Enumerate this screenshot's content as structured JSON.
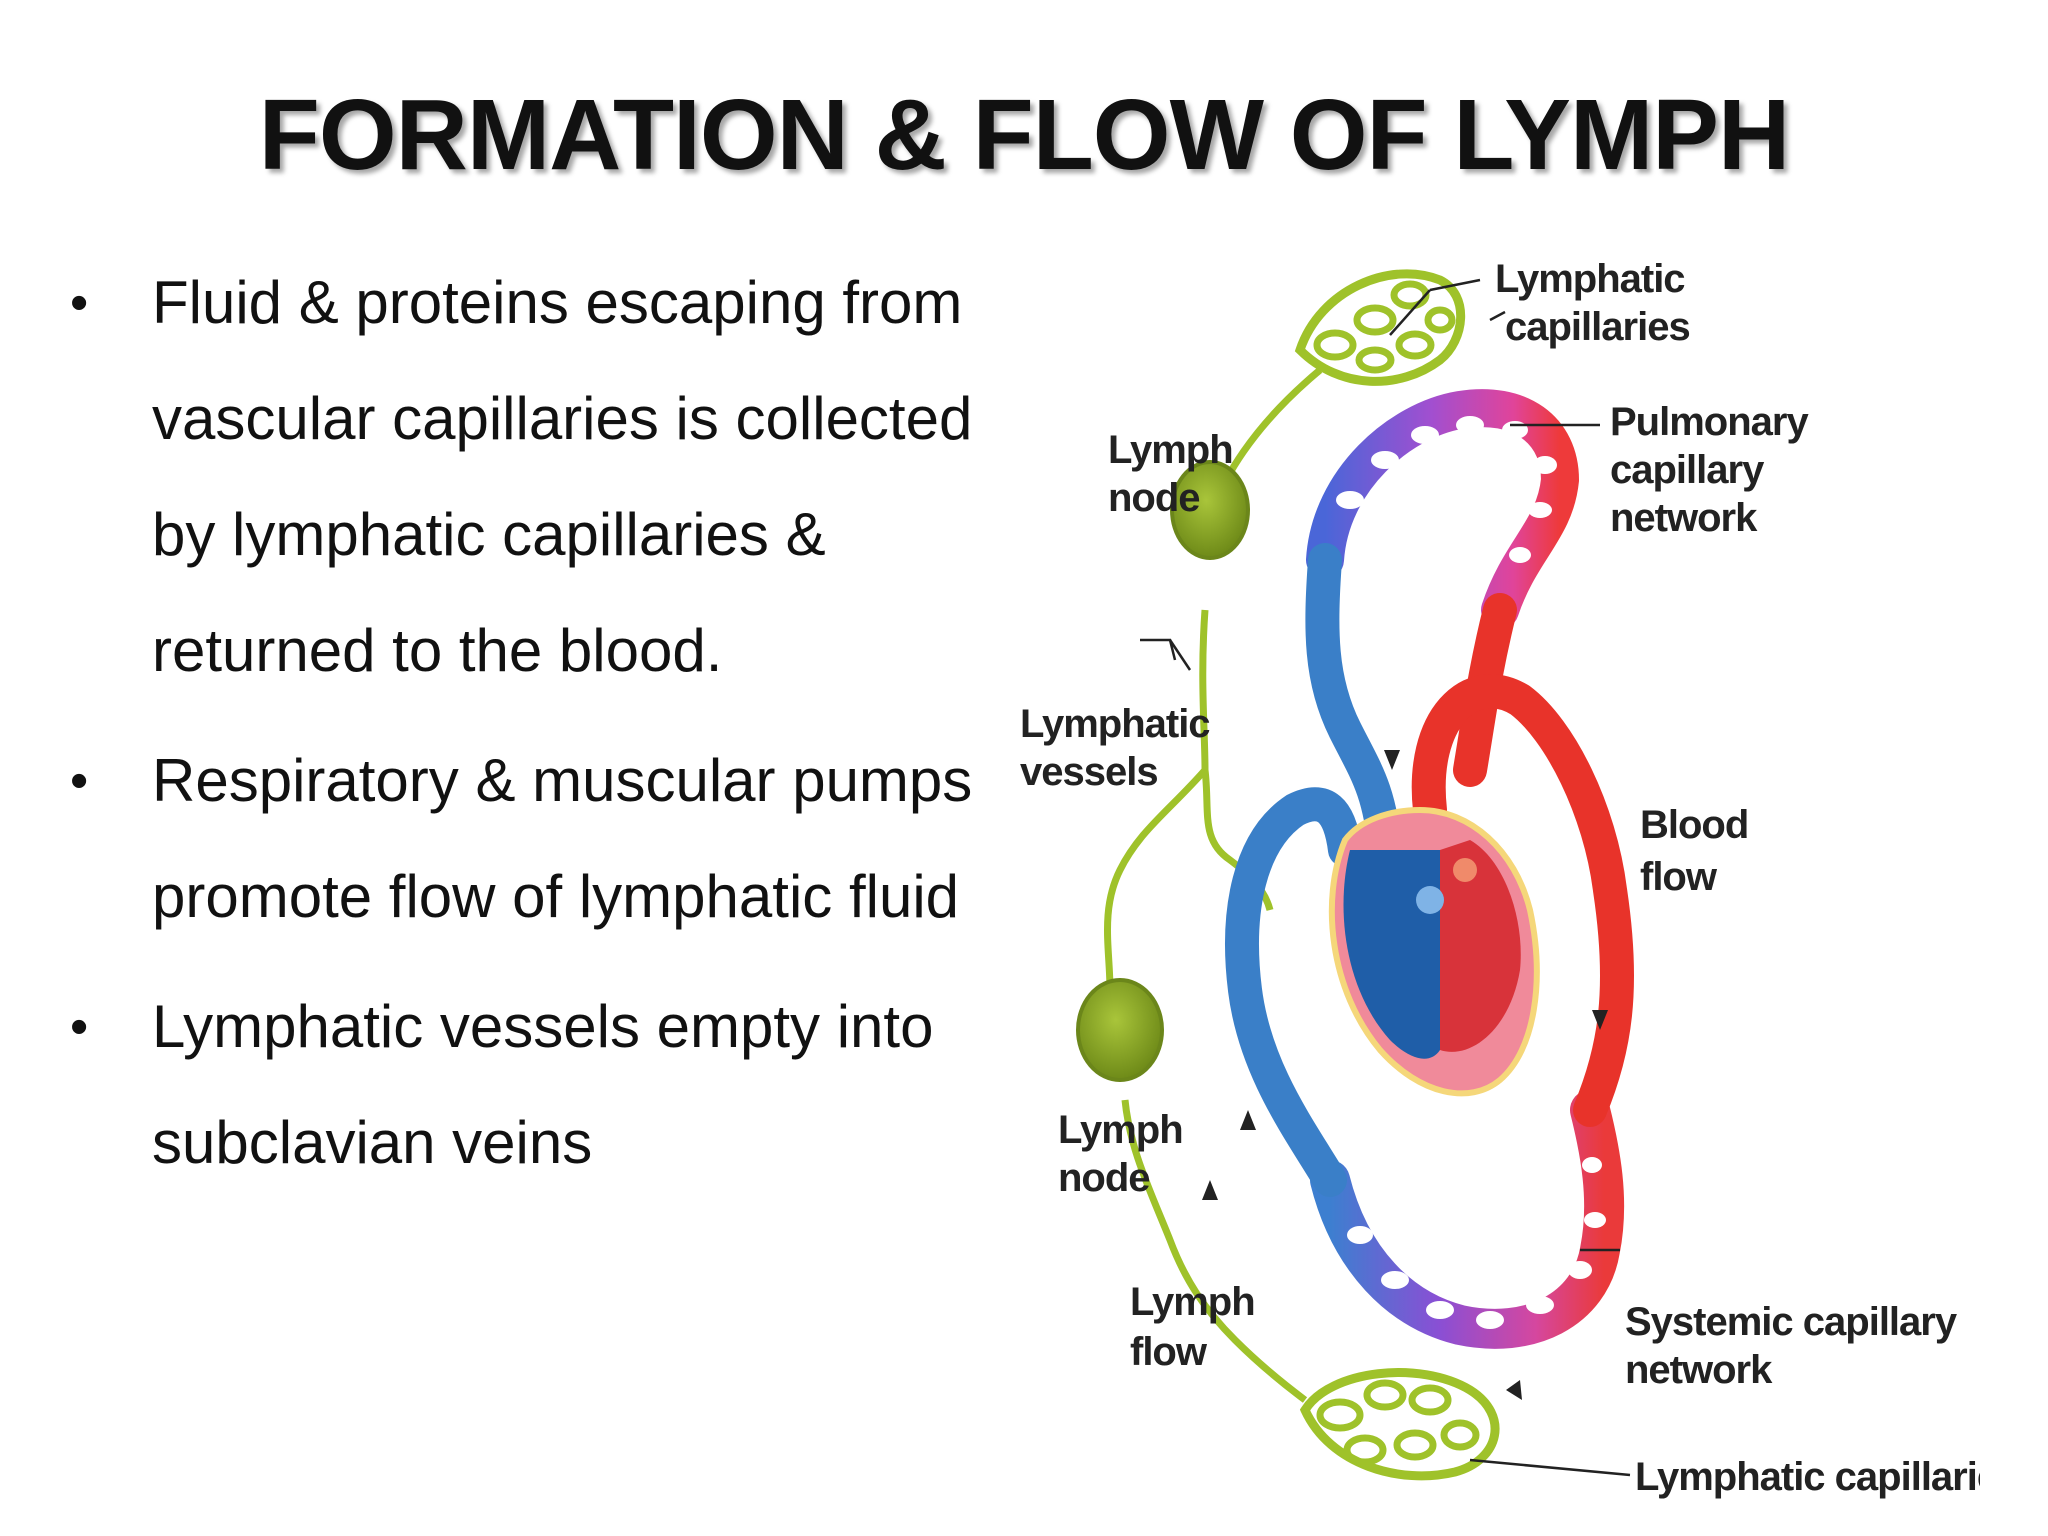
{
  "slide": {
    "title": "FORMATION & FLOW OF LYMPH",
    "bullets": [
      {
        "marker": "•",
        "text": "Fluid & proteins escaping from vascular capillaries is collected by lymphatic capillaries & returned to the blood."
      },
      {
        "marker": "•",
        "text": "Respiratory & muscular pumps promote flow of lymphatic fluid"
      },
      {
        "marker": "•",
        "text": "Lymphatic vessels empty into subclavian veins"
      }
    ]
  },
  "diagram": {
    "labels": {
      "lymphatic_capillaries_top_1": "Lymphatic",
      "lymphatic_capillaries_top_2": "capillaries",
      "pulmonary_1": "Pulmonary",
      "pulmonary_2": "capillary",
      "pulmonary_3": "network",
      "lymph_node_top_1": "Lymph",
      "lymph_node_top_2": "node",
      "lymphatic_vessels_1": "Lymphatic",
      "lymphatic_vessels_2": "vessels",
      "blood_flow_1": "Blood",
      "blood_flow_2": "flow",
      "lymph_node_bottom_1": "Lymph",
      "lymph_node_bottom_2": "node",
      "lymph_flow_1": "Lymph",
      "lymph_flow_2": "flow",
      "systemic_1": "Systemic capillary",
      "systemic_2": "network",
      "lymphatic_capillaries_bottom": "Lymphatic capillaries"
    },
    "colors": {
      "lymph_green": "#9fc22a",
      "lymph_node": "#7f9a1e",
      "vein_blue": "#3a7fc8",
      "artery_red": "#e8332a",
      "capillary_purple": "#9b4fd0",
      "capillary_pink": "#d24aa6",
      "heart_pink": "#f08a9a",
      "heart_blue": "#1f5ea8"
    }
  }
}
